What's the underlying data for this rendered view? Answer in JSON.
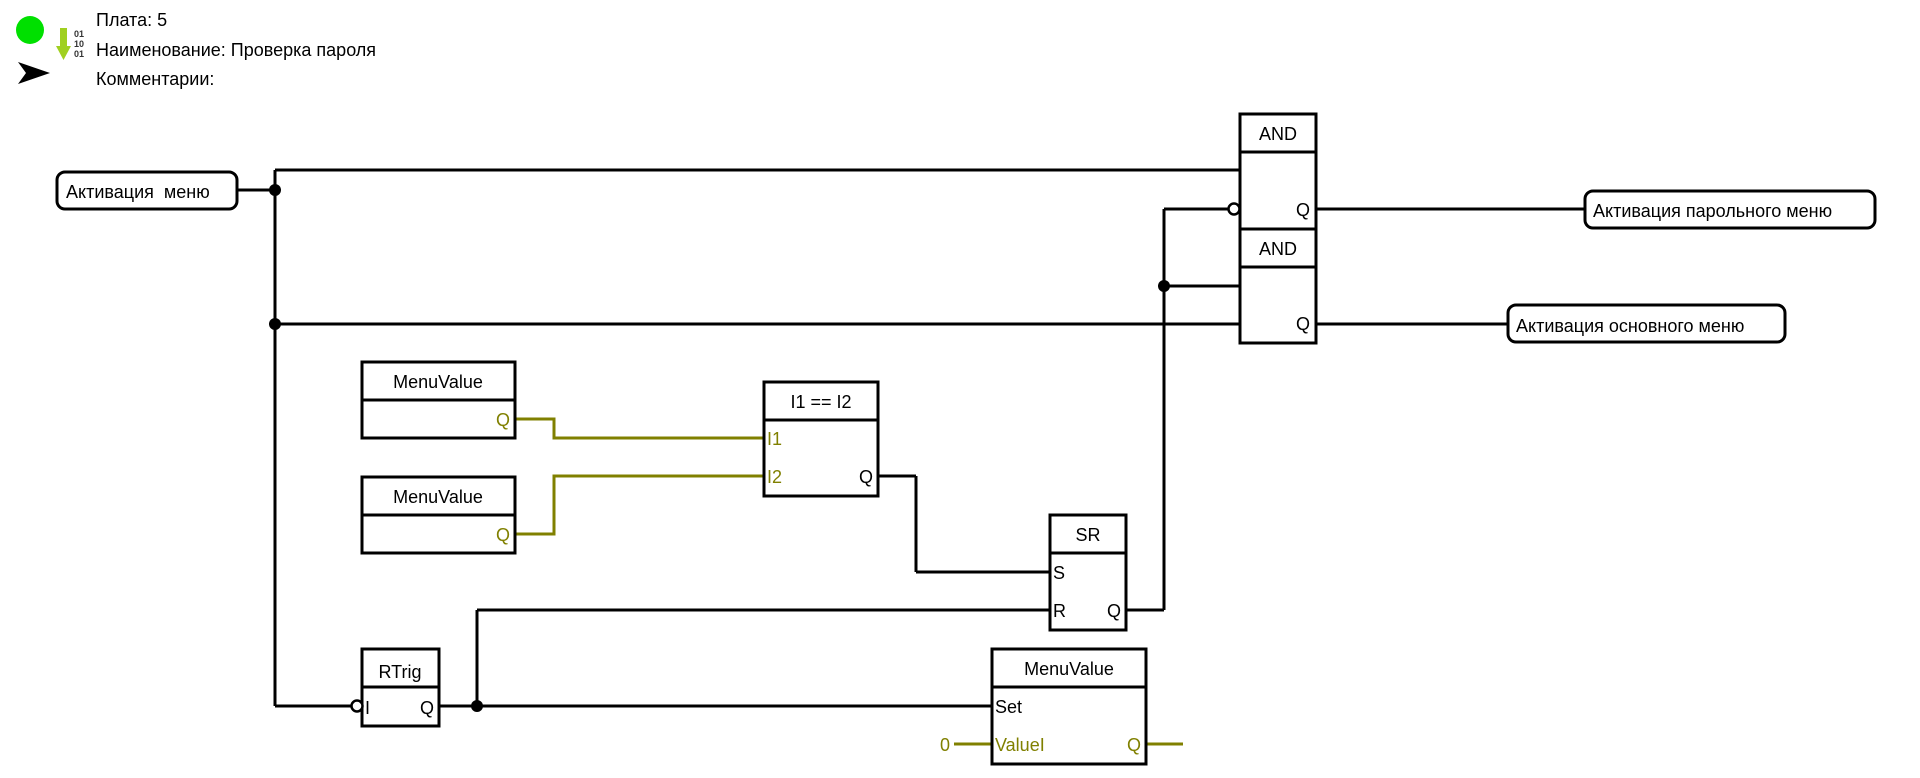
{
  "header": {
    "board_label": "Плата:",
    "board_value": "5",
    "name_label": "Наименование:",
    "name_value": "Проверка пароля",
    "comment_label": "Комментарии:",
    "comment_value": "",
    "status_color": "#00e000",
    "icons": [
      "status-dot-icon",
      "binary-download-icon",
      "arrow-pointer-icon"
    ]
  },
  "colors": {
    "wire": "#000000",
    "analog_wire": "#808000"
  },
  "diagram": {
    "inputs": [
      {
        "label": "Активация  меню"
      }
    ],
    "outputs": [
      {
        "label": "Активация парольного меню"
      },
      {
        "label": "Активация основного меню"
      }
    ],
    "blocks": {
      "and1": {
        "title": "AND",
        "pin_q": "Q"
      },
      "and2": {
        "title": "AND",
        "pin_q": "Q"
      },
      "mv1": {
        "title": "MenuValue",
        "pin_q": "Q"
      },
      "mv2": {
        "title": "MenuValue",
        "pin_q": "Q"
      },
      "cmp": {
        "title": "I1 == I2",
        "pin_i1": "I1",
        "pin_i2": "I2",
        "pin_q": "Q"
      },
      "sr": {
        "title": "SR",
        "pin_s": "S",
        "pin_r": "R",
        "pin_q": "Q"
      },
      "rtrig": {
        "title": "RTrig",
        "pin_i": "I",
        "pin_q": "Q"
      },
      "mv3": {
        "title": "MenuValue",
        "pin_set": "Set",
        "pin_value": "ValueI",
        "pin_q": "Q"
      }
    },
    "constants": [
      {
        "value": "0"
      }
    ]
  }
}
